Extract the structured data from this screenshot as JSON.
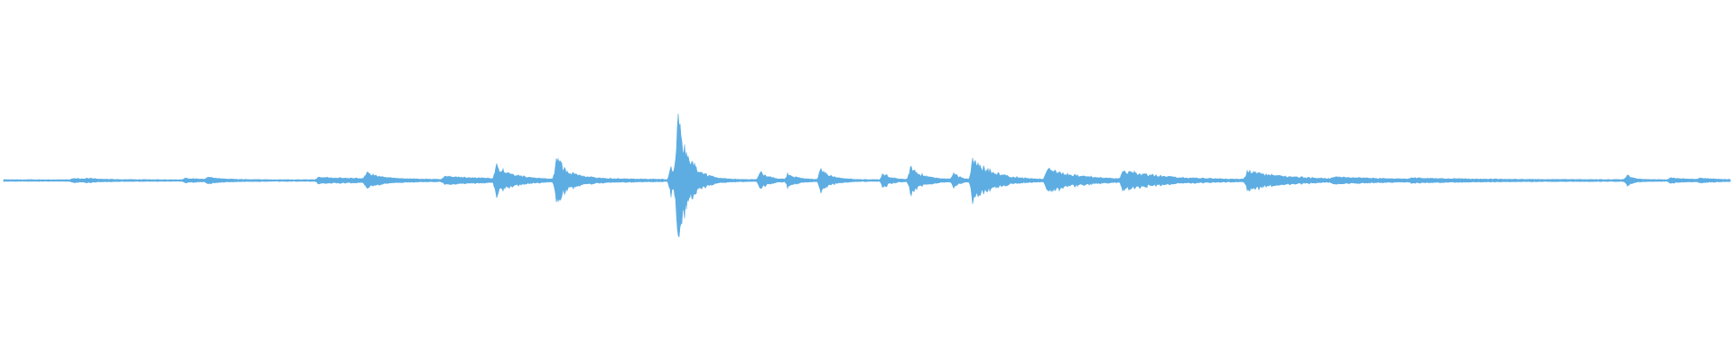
{
  "waveform": {
    "color": "#5DADE2",
    "baseline_amplitude": 0.006,
    "events": [
      {
        "t": 0.04,
        "amp": 0.01,
        "decay": 0.012
      },
      {
        "t": 0.048,
        "amp": 0.006,
        "decay": 0.01
      },
      {
        "t": 0.105,
        "amp": 0.012,
        "decay": 0.01
      },
      {
        "t": 0.118,
        "amp": 0.016,
        "decay": 0.01
      },
      {
        "t": 0.182,
        "amp": 0.018,
        "decay": 0.04
      },
      {
        "t": 0.21,
        "amp": 0.045,
        "decay": 0.008
      },
      {
        "t": 0.255,
        "amp": 0.022,
        "decay": 0.03
      },
      {
        "t": 0.285,
        "amp": 0.09,
        "decay": 0.01
      },
      {
        "t": 0.32,
        "amp": 0.17,
        "decay": 0.006
      },
      {
        "t": 0.33,
        "amp": 0.015,
        "decay": 0.03
      },
      {
        "t": 0.386,
        "amp": 0.1,
        "decay": 0.004
      },
      {
        "t": 0.39,
        "amp": 0.41,
        "decay": 0.007
      },
      {
        "t": 0.438,
        "amp": 0.06,
        "decay": 0.005
      },
      {
        "t": 0.454,
        "amp": 0.04,
        "decay": 0.006
      },
      {
        "t": 0.473,
        "amp": 0.085,
        "decay": 0.006
      },
      {
        "t": 0.509,
        "amp": 0.05,
        "decay": 0.005
      },
      {
        "t": 0.525,
        "amp": 0.09,
        "decay": 0.008
      },
      {
        "t": 0.55,
        "amp": 0.045,
        "decay": 0.004
      },
      {
        "t": 0.561,
        "amp": 0.15,
        "decay": 0.012
      },
      {
        "t": 0.604,
        "amp": 0.075,
        "decay": 0.02
      },
      {
        "t": 0.648,
        "amp": 0.06,
        "decay": 0.025
      },
      {
        "t": 0.72,
        "amp": 0.06,
        "decay": 0.025
      },
      {
        "t": 0.77,
        "amp": 0.014,
        "decay": 0.04
      },
      {
        "t": 0.815,
        "amp": 0.008,
        "decay": 0.05
      },
      {
        "t": 0.94,
        "amp": 0.035,
        "decay": 0.004
      },
      {
        "t": 0.965,
        "amp": 0.015,
        "decay": 0.01
      },
      {
        "t": 0.982,
        "amp": 0.012,
        "decay": 0.008
      }
    ]
  }
}
